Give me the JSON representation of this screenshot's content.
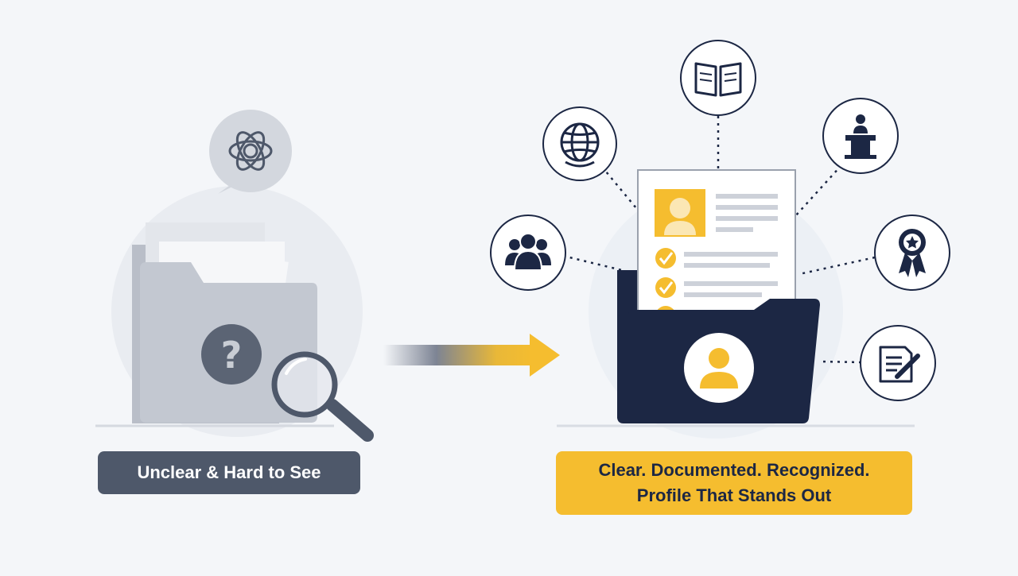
{
  "left_panel": {
    "label": "Unclear & Hard to See",
    "icons": [
      "thought-bubble-icon",
      "folder-icon",
      "question-mark-icon",
      "magnifying-glass-icon"
    ]
  },
  "right_panel": {
    "label_line1": "Clear. Documented. Recognized.",
    "label_line2": "Profile That Stands Out",
    "icons": [
      "book-icon",
      "globe-icon",
      "speaker-podium-icon",
      "team-icon",
      "award-badge-icon",
      "document-pen-icon",
      "profile-icon",
      "checkmark-icon",
      "folder-icon"
    ]
  },
  "arrow": {
    "icon": "arrow-right-icon"
  },
  "colors": {
    "navy": "#1c2744",
    "gold": "#f5bd2f",
    "gray_folder": "#c3c8d1",
    "gray_dark": "#4e586a",
    "background": "#f4f6f9"
  }
}
